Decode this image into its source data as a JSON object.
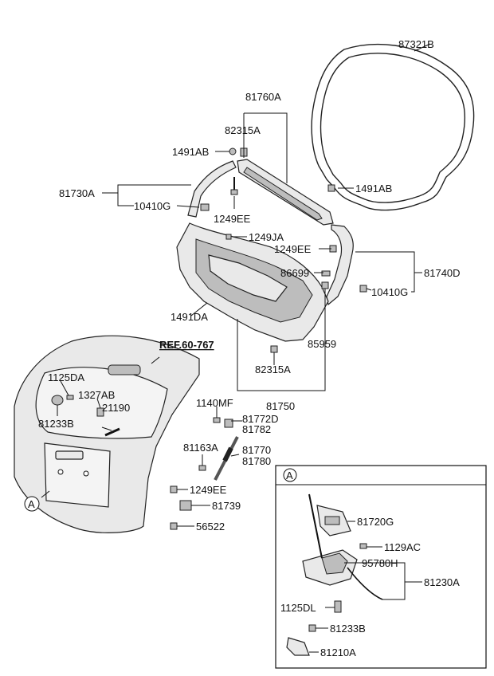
{
  "labels": {
    "p87321B": "87321B",
    "p81760A": "81760A",
    "p82315A_top": "82315A",
    "p1491AB_left": "1491AB",
    "p81730A": "81730A",
    "p10410G_left": "10410G",
    "p1249EE_top": "1249EE",
    "p1491AB_right": "1491AB",
    "p1249JA": "1249JA",
    "p1249EE_right": "1249EE",
    "p86699": "86699",
    "p81740D": "81740D",
    "p10410G_right": "10410G",
    "p1491DA": "1491DA",
    "p85959": "85959",
    "p82315A_bottom": "82315A",
    "p81750": "81750",
    "ref_60_767": "REF.60-767",
    "p1125DA": "1125DA",
    "p1327AB": "1327AB",
    "p21190": "21190",
    "p81233B_left": "81233B",
    "p1140MF": "1140MF",
    "p81772D": "81772D",
    "p81782": "81782",
    "p81163A": "81163A",
    "p81770": "81770",
    "p81780": "81780",
    "p1249EE_bottom": "1249EE",
    "p81739": "81739",
    "p56522": "56522",
    "callout_a_main": "A",
    "inset_callout_a": "A",
    "p81720G": "81720G",
    "p1129AC": "1129AC",
    "p95780H": "95780H",
    "p81230A": "81230A",
    "p1125DL": "1125DL",
    "p81233B_inset": "81233B",
    "p81210A": "81210A"
  }
}
